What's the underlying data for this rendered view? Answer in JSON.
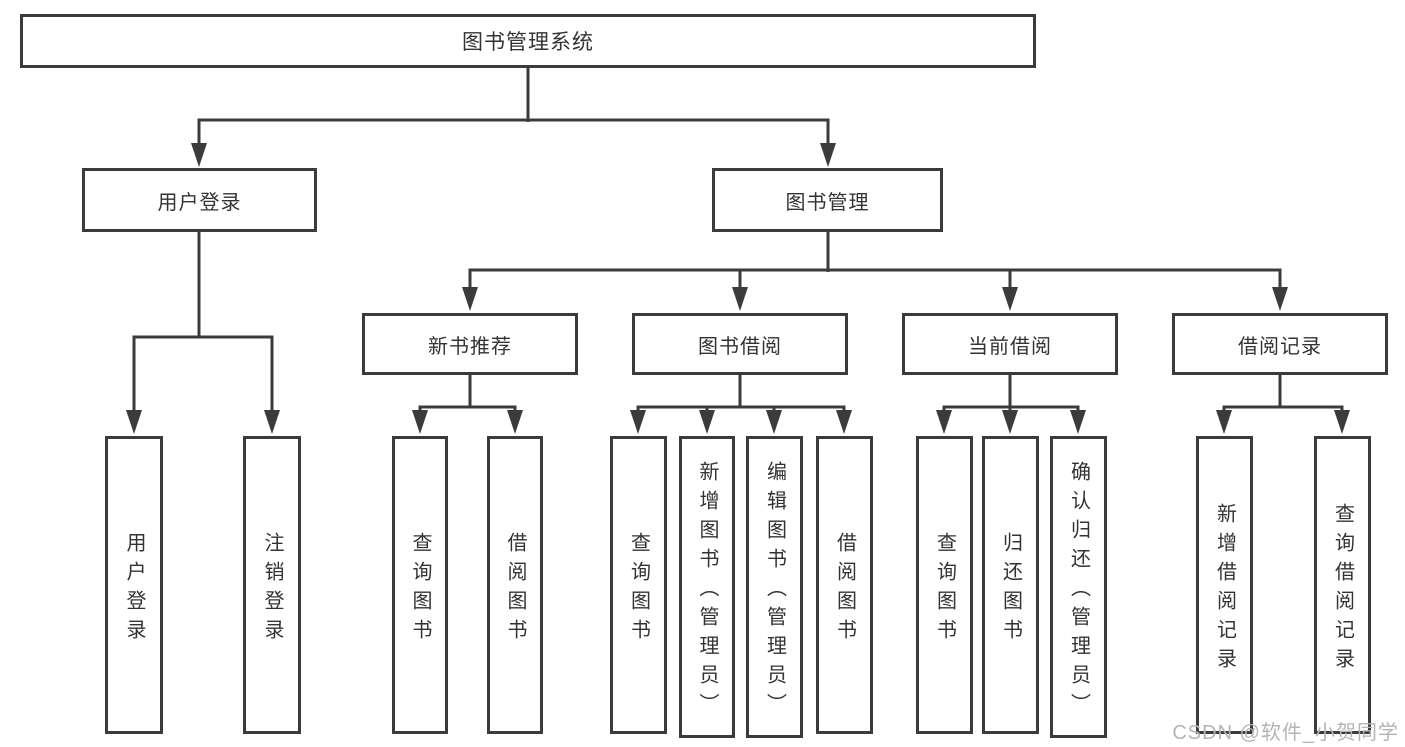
{
  "diagram": {
    "root": {
      "label": "图书管理系统"
    },
    "level2": {
      "user_login": {
        "label": "用户登录"
      },
      "book_mgmt": {
        "label": "图书管理"
      }
    },
    "level3": {
      "new_books": {
        "label": "新书推荐"
      },
      "book_borrow": {
        "label": "图书借阅"
      },
      "current_borrow": {
        "label": "当前借阅"
      },
      "borrow_records": {
        "label": "借阅记录"
      }
    },
    "leaves": {
      "user_login": {
        "label": "用户登录"
      },
      "logout": {
        "label": "注销登录"
      },
      "nb_query_books": {
        "label": "查询图书"
      },
      "nb_borrow_books": {
        "label": "借阅图书"
      },
      "bb_query_books": {
        "label": "查询图书"
      },
      "bb_add_books": {
        "label": "新增图书（管理员）"
      },
      "bb_edit_books": {
        "label": "编辑图书（管理员）"
      },
      "bb_borrow_books": {
        "label": "借阅图书"
      },
      "cb_query_books": {
        "label": "查询图书"
      },
      "cb_return_books": {
        "label": "归还图书"
      },
      "cb_confirm_return": {
        "label": "确认归还（管理员）"
      },
      "br_add_record": {
        "label": "新增借阅记录"
      },
      "br_query_record": {
        "label": "查询借阅记录"
      }
    }
  },
  "watermark": {
    "text": "CSDN @软件_小贺同学"
  },
  "colors": {
    "line": "#3b3b3b",
    "text": "#333333",
    "watermark": "#b4b4b4",
    "background": "#ffffff"
  }
}
